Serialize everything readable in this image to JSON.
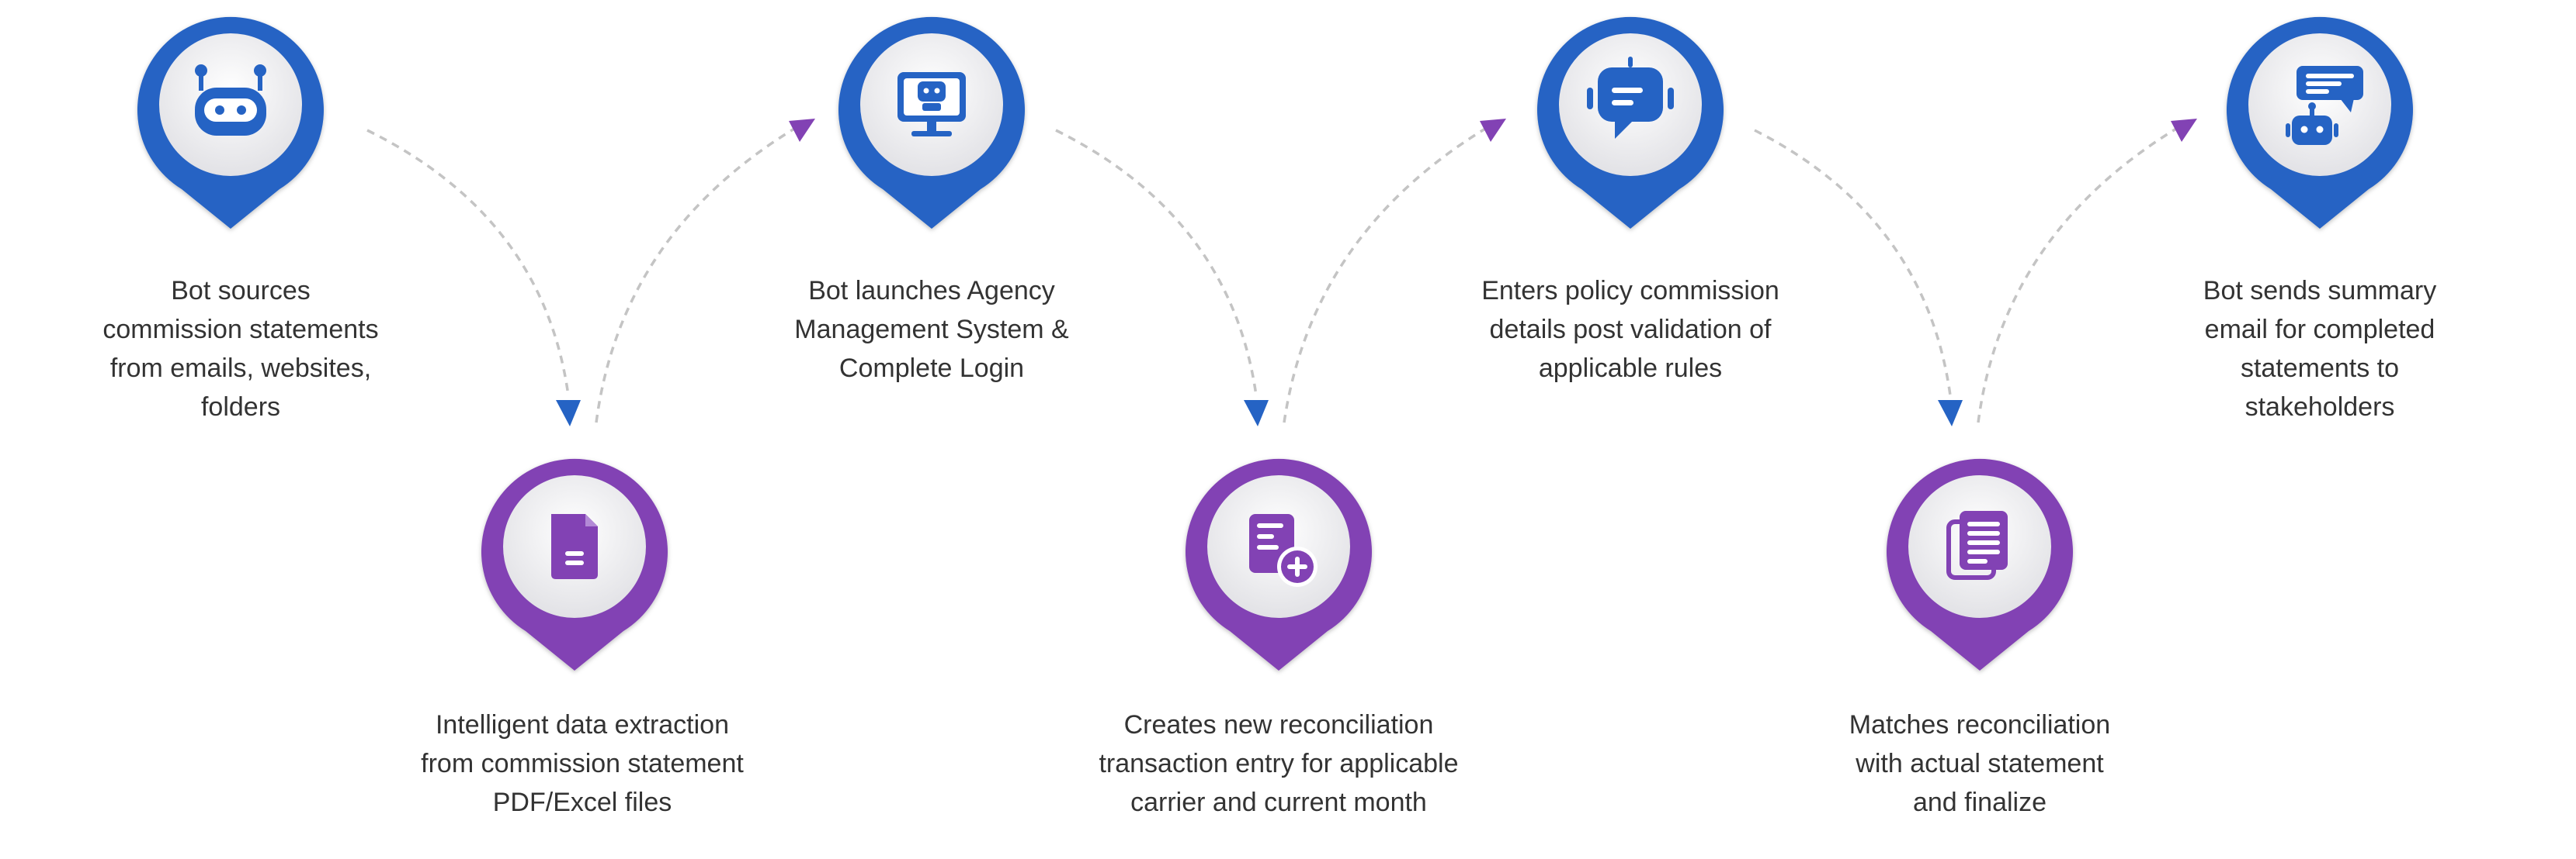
{
  "colors": {
    "blue": "#2563c4",
    "purple": "#8242b4",
    "connector": "#c4c4c4",
    "text": "#333333",
    "pin_inner_light": "#ffffff",
    "pin_inner_dark": "#e6e6ea"
  },
  "steps": [
    {
      "label": "Bot sources\ncommission statements\nfrom emails, websites,\nfolders",
      "icon": "robot-head-icon",
      "color": "blue"
    },
    {
      "label": "Intelligent data extraction\nfrom commission statement\nPDF/Excel files",
      "icon": "document-icon",
      "color": "purple"
    },
    {
      "label": "Bot launches Agency\nManagement System &\nComplete Login",
      "icon": "robot-monitor-icon",
      "color": "blue"
    },
    {
      "label": "Creates new reconciliation\ntransaction entry for applicable\ncarrier and current month",
      "icon": "document-add-icon",
      "color": "purple"
    },
    {
      "label": "Enters policy commission\ndetails post validation of\napplicable rules",
      "icon": "chatbot-icon",
      "color": "blue"
    },
    {
      "label": "Matches reconciliation\nwith actual statement\nand finalize",
      "icon": "documents-stack-icon",
      "color": "purple"
    },
    {
      "label": "Bot sends summary\nemail for completed\nstatements to\nstakeholders",
      "icon": "robot-message-icon",
      "color": "blue"
    }
  ]
}
